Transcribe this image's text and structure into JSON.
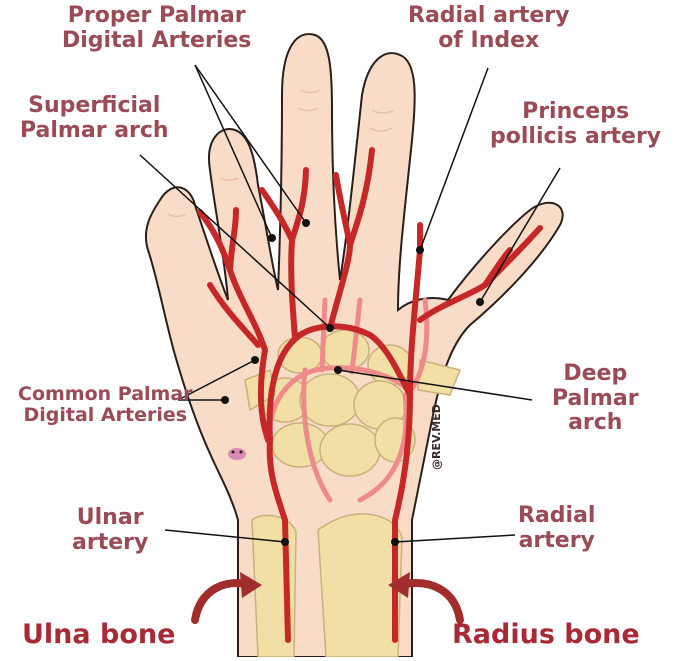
{
  "labels": {
    "proper_palmar_digital": [
      "Proper Palmar",
      "Digital Arteries"
    ],
    "radial_artery_index": [
      "Radial artery",
      "of Index"
    ],
    "superficial_palmar_arch": [
      "Superficial",
      "Palmar arch"
    ],
    "princeps_pollicis": [
      "Princeps",
      "pollicis artery"
    ],
    "common_palmar_digital": [
      "Common Palmar",
      "Digital Arteries"
    ],
    "deep_palmar_arch": [
      "Deep",
      "Palmar",
      "arch"
    ],
    "ulnar_artery": [
      "Ulnar",
      "artery"
    ],
    "radial_artery": [
      "Radial",
      "artery"
    ],
    "ulna_bone": "Ulna bone",
    "radius_bone": "Radius bone"
  },
  "credit": "@REV.MED",
  "colors": {
    "skin": "#f8dcc8",
    "skin_outline": "#2b1e1a",
    "artery": "#c62828",
    "deep_artery": "#ef8a8a",
    "bone": "#f1dfa6",
    "label_text": "#9a4b55",
    "bone_label_text": "#a82a34",
    "arrow": "#a12d2d"
  }
}
